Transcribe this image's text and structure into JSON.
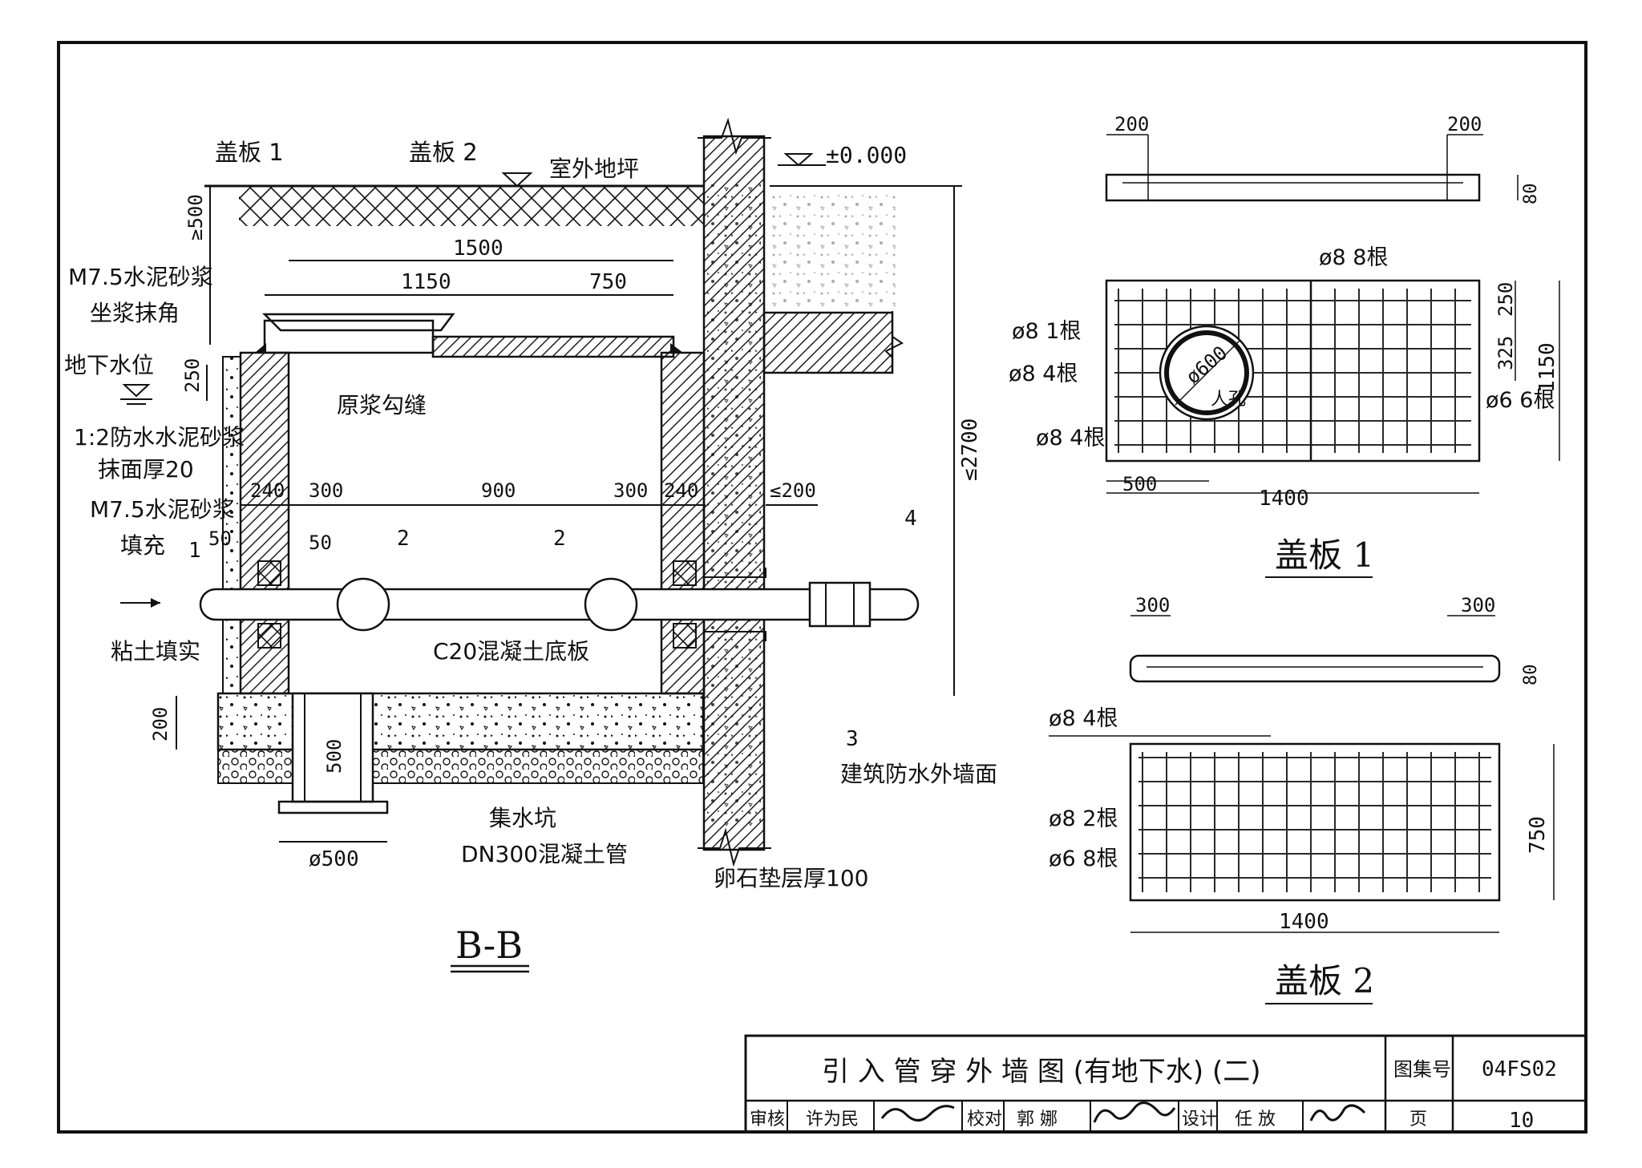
{
  "section": {
    "title": "B-B",
    "labels": {
      "cover1": "盖板 1",
      "cover2": "盖板 2",
      "ground": "室外地坪",
      "elevation": "±0.000",
      "mortar_corner_1": "M7.5水泥砂浆",
      "mortar_corner_2": "坐浆抹角",
      "groundwater": "地下水位",
      "joint": "原浆勾缝",
      "waterproof_1": "1:2防水水泥砂浆",
      "waterproof_2": "抹面厚20",
      "mortar_fill_1": "M7.5水泥砂浆",
      "mortar_fill_2": "填充",
      "clay": "粘土填实",
      "slab": "C20混凝土底板",
      "sump": "集水坑",
      "sump_pipe": "DN300混凝土管",
      "gravel": "卵石垫层厚100",
      "wall": "建筑防水外墙面",
      "callout_1": "1",
      "callout_2a": "2",
      "callout_2b": "2",
      "callout_3": "3",
      "callout_4": "4"
    },
    "dims": {
      "d_500": "≥500",
      "d_1500": "1500",
      "d_1150": "1150",
      "d_750": "750",
      "d_250": "250",
      "d_240a": "240",
      "d_300a": "300",
      "d_900": "900",
      "d_300b": "300",
      "d_240b": "240",
      "d_le200": "≤200",
      "d_50a": "50",
      "d_50b": "50",
      "d_2700": "≤2700",
      "d_200": "200",
      "d_500b": "500",
      "d_phi500": "ø500"
    }
  },
  "plate1": {
    "title": "盖板 1",
    "dims": {
      "a": "200",
      "b": "200",
      "h": "80",
      "w": "1400",
      "l": "1150",
      "s1": "250",
      "s2": "325",
      "e": "500"
    },
    "labels": {
      "r1": "ø8 8根",
      "r2": "ø8 1根",
      "r3": "ø8 4根",
      "r4": "ø8 4根",
      "r5": "ø6 6根",
      "hole": "ø600",
      "hole_label": "人孔"
    }
  },
  "plate2": {
    "title": "盖板 2",
    "dims": {
      "a": "300",
      "b": "300",
      "h": "80",
      "w": "1400",
      "l": "750"
    },
    "labels": {
      "r1": "ø8 4根",
      "r2": "ø8 2根",
      "r3": "ø6 8根"
    }
  },
  "title_block": {
    "title": "引 入 管 穿 外 墙 图 (有地下水) (二)",
    "atlas_label": "图集号",
    "atlas_no": "04FS02",
    "review_label": "审核",
    "review_name": "许为民",
    "check_label": "校对",
    "check_name": "郭 娜",
    "design_label": "设计",
    "design_name": "任 放",
    "page_label": "页",
    "page_no": "10"
  }
}
